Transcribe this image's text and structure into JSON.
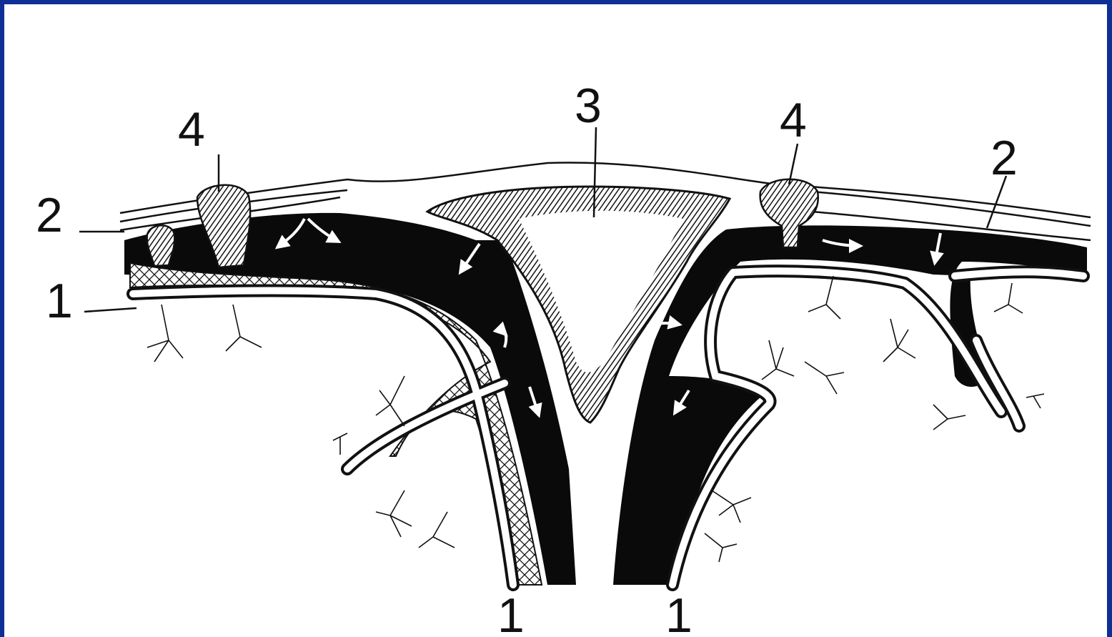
{
  "colors": {
    "frame_border": "#0d2f96",
    "background": "#ffffff",
    "ink": "#111111",
    "fill_dark": "#0a0a0a"
  },
  "labels": {
    "bottom_left": "1",
    "bottom_right": "1",
    "left_side_1": "1",
    "left_side_2": "2",
    "right_side_2": "2",
    "center_3": "3",
    "granulation_left": "4",
    "granulation_right": "4"
  }
}
